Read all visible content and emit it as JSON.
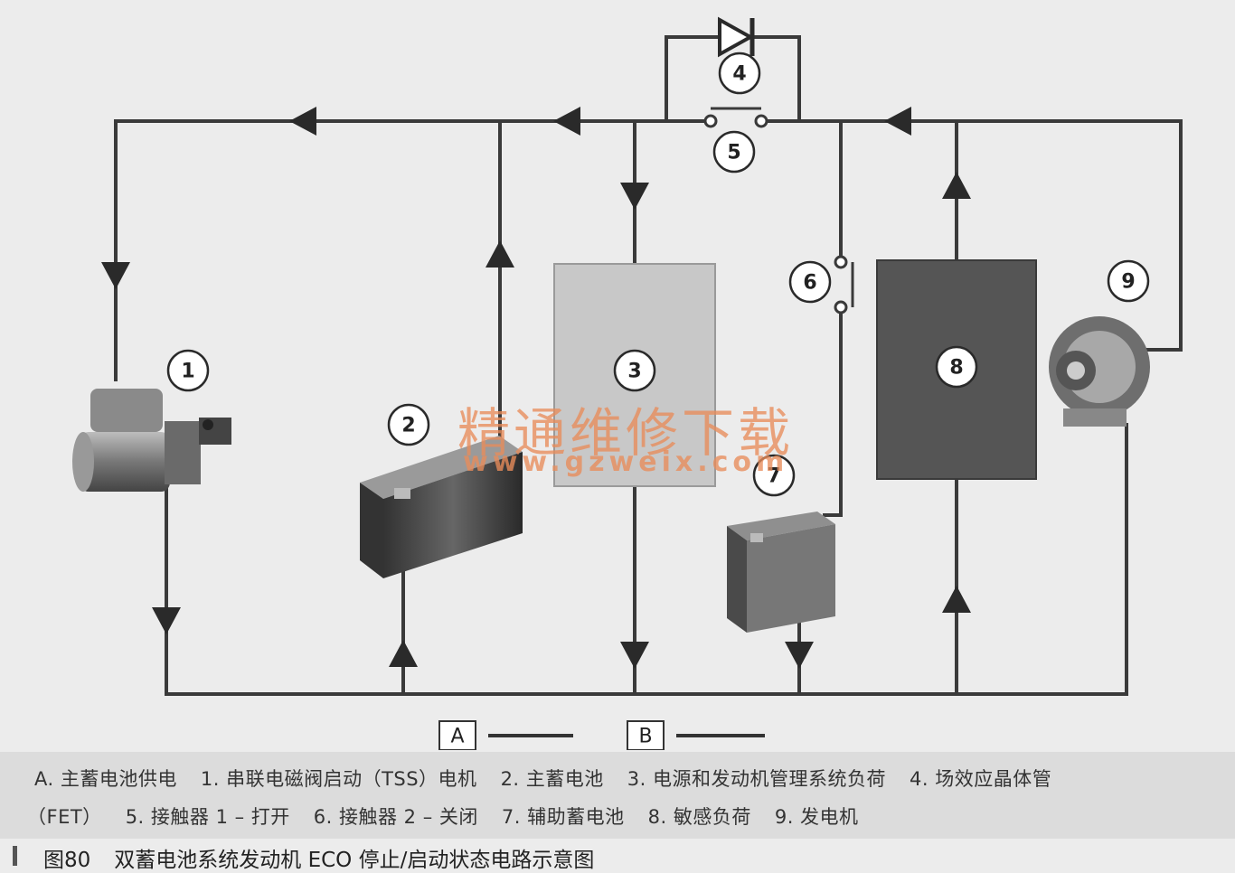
{
  "components": {
    "c1": "1",
    "c2": "2",
    "c3": "3",
    "c4": "4",
    "c5": "5",
    "c6": "6",
    "c7": "7",
    "c8": "8",
    "c9": "9"
  },
  "legend": {
    "a": "A",
    "b": "B"
  },
  "watermark": {
    "text": "精通维修下载",
    "url": "www.gzweix.com"
  },
  "caption": {
    "line1": [
      "A. 主蓄电池供电",
      "1. 串联电磁阀启动（TSS）电机",
      "2. 主蓄电池",
      "3. 电源和发动机管理系统负荷",
      "4. 场效应晶体管"
    ],
    "line2": [
      "（FET）",
      "5. 接触器 1 – 打开",
      "6. 接触器 2 – 关闭",
      "7. 辅助蓄电池",
      "8. 敏感负荷",
      "9. 发电机"
    ]
  },
  "figure": {
    "number": "图80",
    "title": "双蓄电池系统发动机 ECO 停止/启动状态电路示意图"
  },
  "colors": {
    "wire": "#3a3a3a",
    "box3": "#c8c8c8",
    "box8": "#555555",
    "watermark": "#e88c5a"
  }
}
